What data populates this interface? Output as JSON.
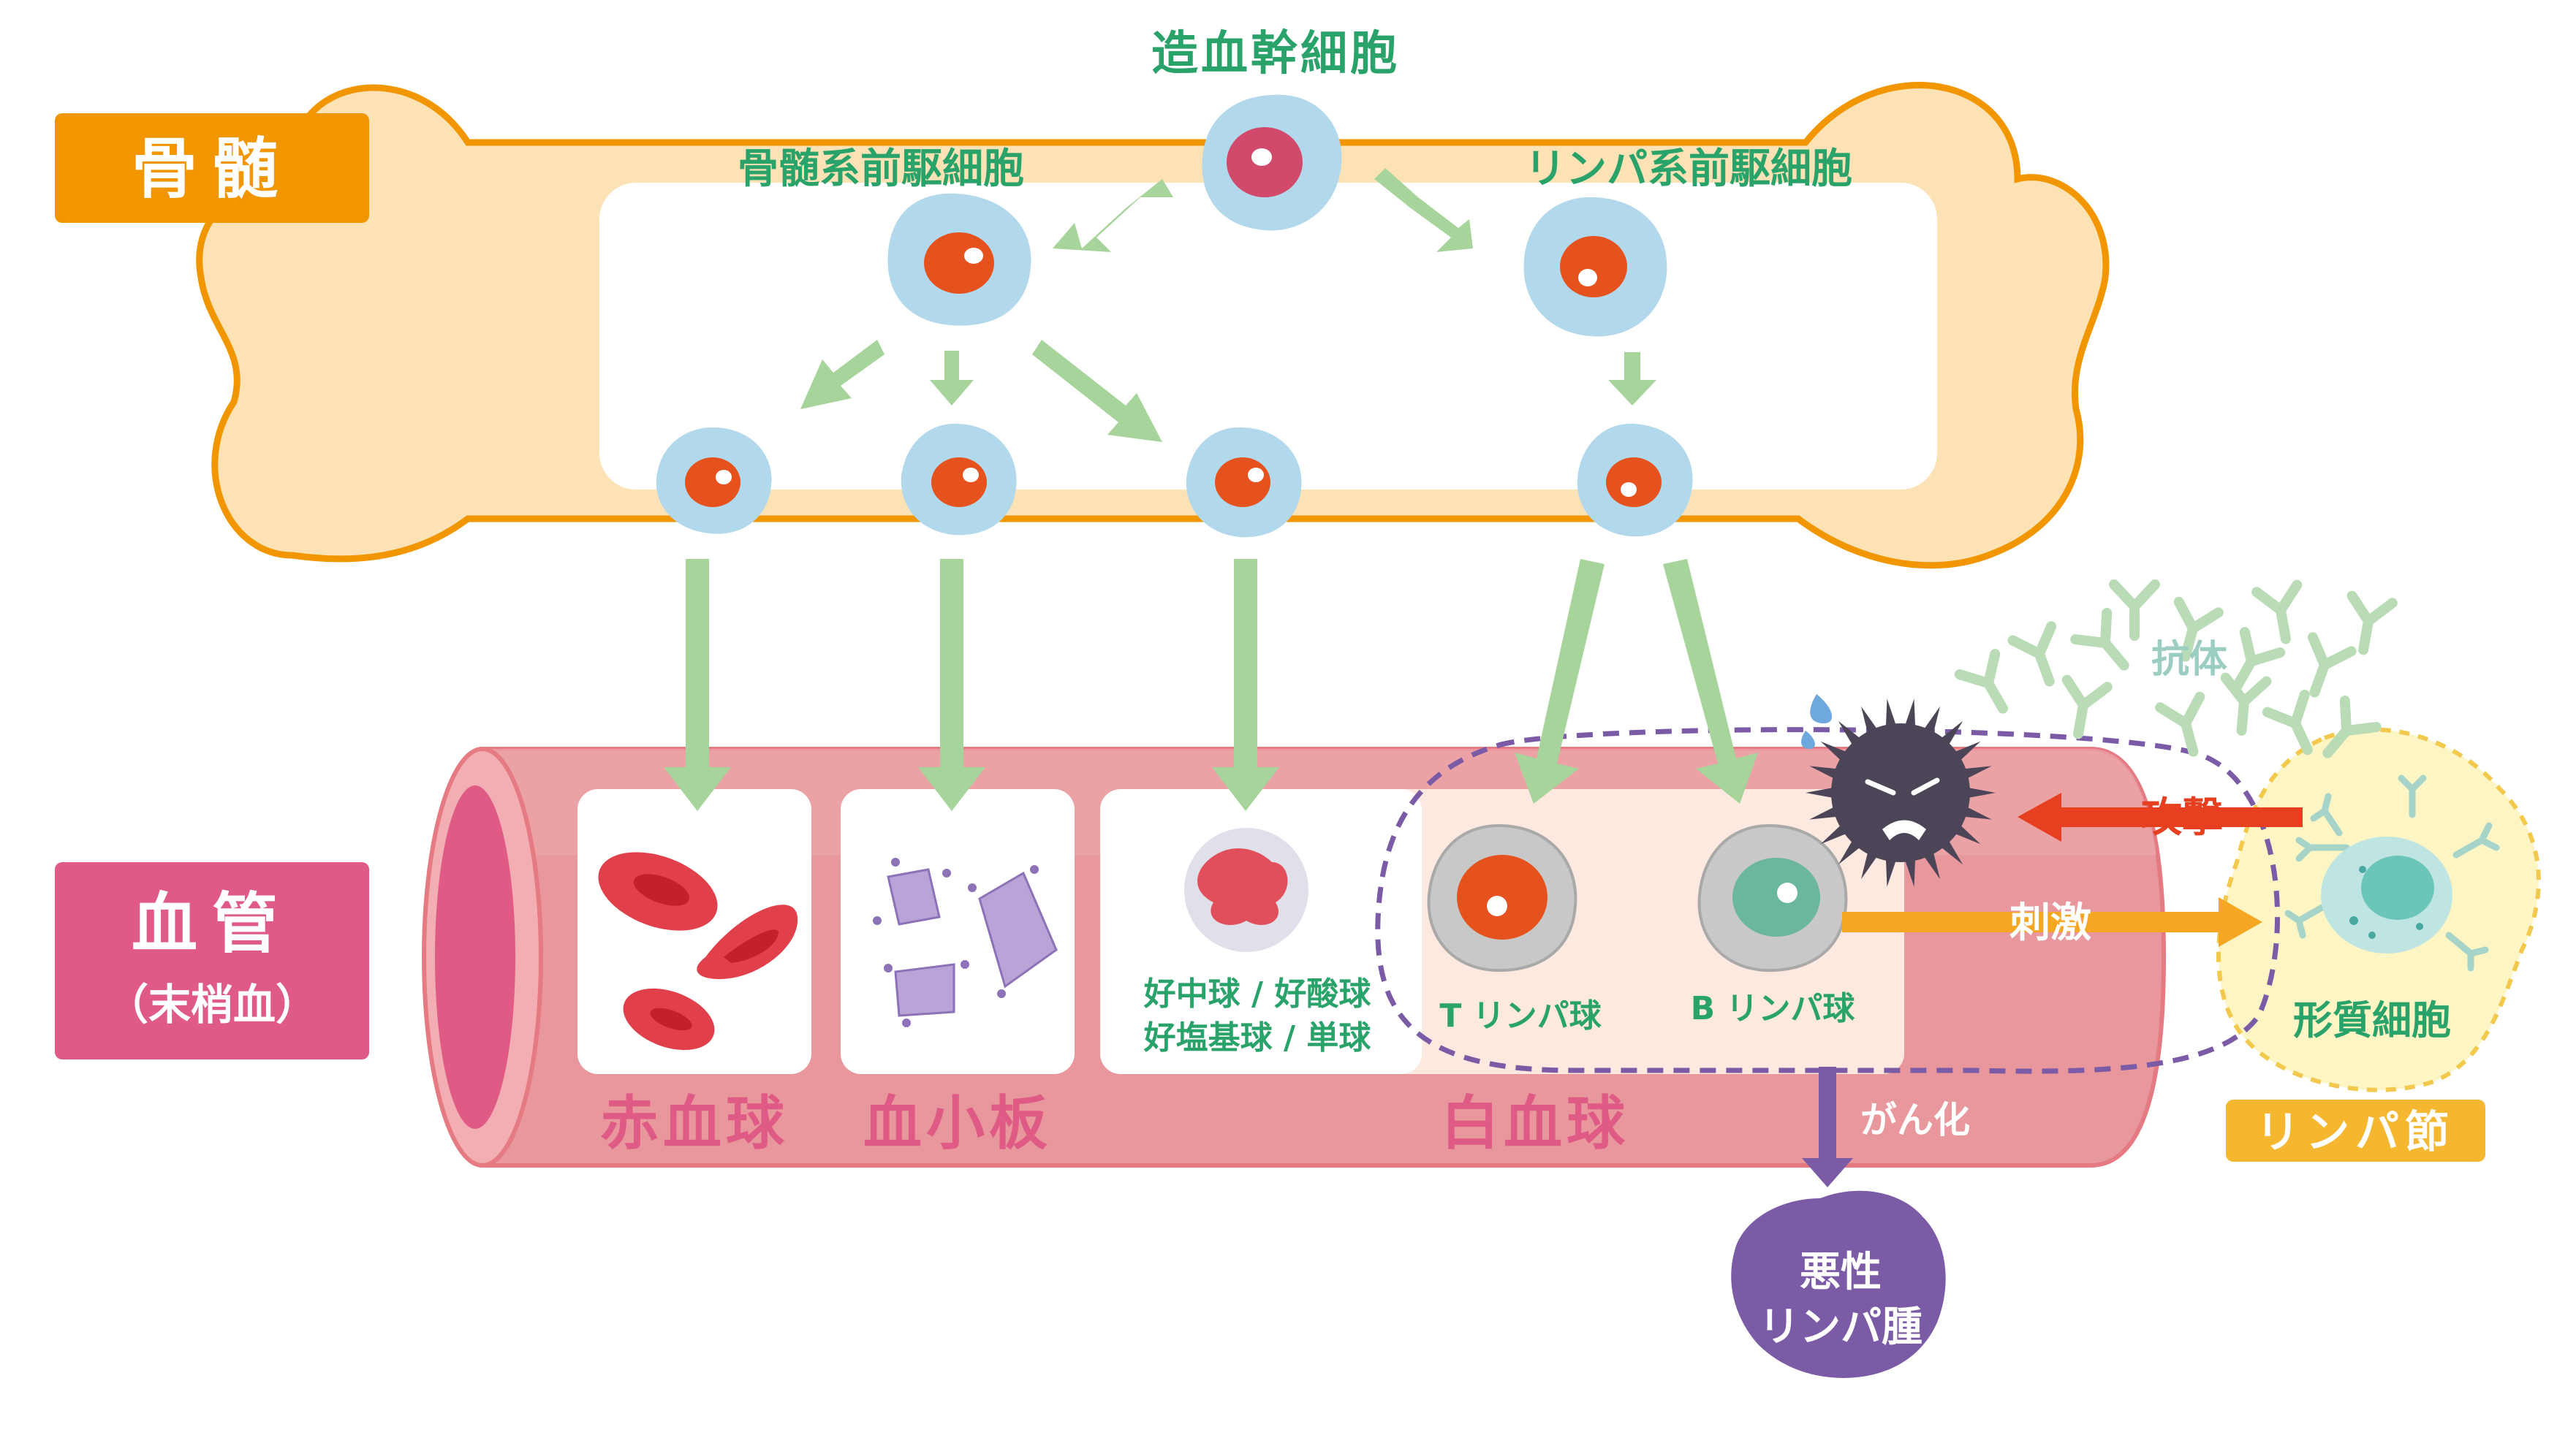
{
  "labels": {
    "bone_marrow": "骨髄",
    "blood_vessel": "血管",
    "peripheral_blood": "（末梢血）",
    "hematopoietic_stem_cell": "造血幹細胞",
    "myeloid_progenitor": "骨髄系前駆細胞",
    "lymphoid_progenitor": "リンパ系前駆細胞",
    "red_blood_cell": "赤血球",
    "platelet": "血小板",
    "white_blood_cell": "白血球",
    "granulocytes_line1": "好中球 / 好酸球",
    "granulocytes_line2": "好塩基球 / 単球",
    "t_lymphocyte": "T リンパ球",
    "b_lymphocyte": "B リンパ球",
    "malignant_transformation": "がん化",
    "malignant_lymphoma_line1": "悪性",
    "malignant_lymphoma_line2": "リンパ腫",
    "antibody": "抗体",
    "attack": "攻撃",
    "stimulation": "刺激",
    "plasma_cell": "形質細胞",
    "lymph_node": "リンパ節"
  },
  "colors": {
    "orange_accent": "#f29600",
    "pink_accent": "#e05a86",
    "green_text": "#2aa36b",
    "cell_body": "#b2d8ec",
    "nucleus": "#e6521d",
    "arrow_green": "#a6d49a",
    "vessel": "#e8979c",
    "lymph_purple": "#7b5aa6",
    "attack_red": "#e64020",
    "stimulus_orange": "#f5a623"
  }
}
